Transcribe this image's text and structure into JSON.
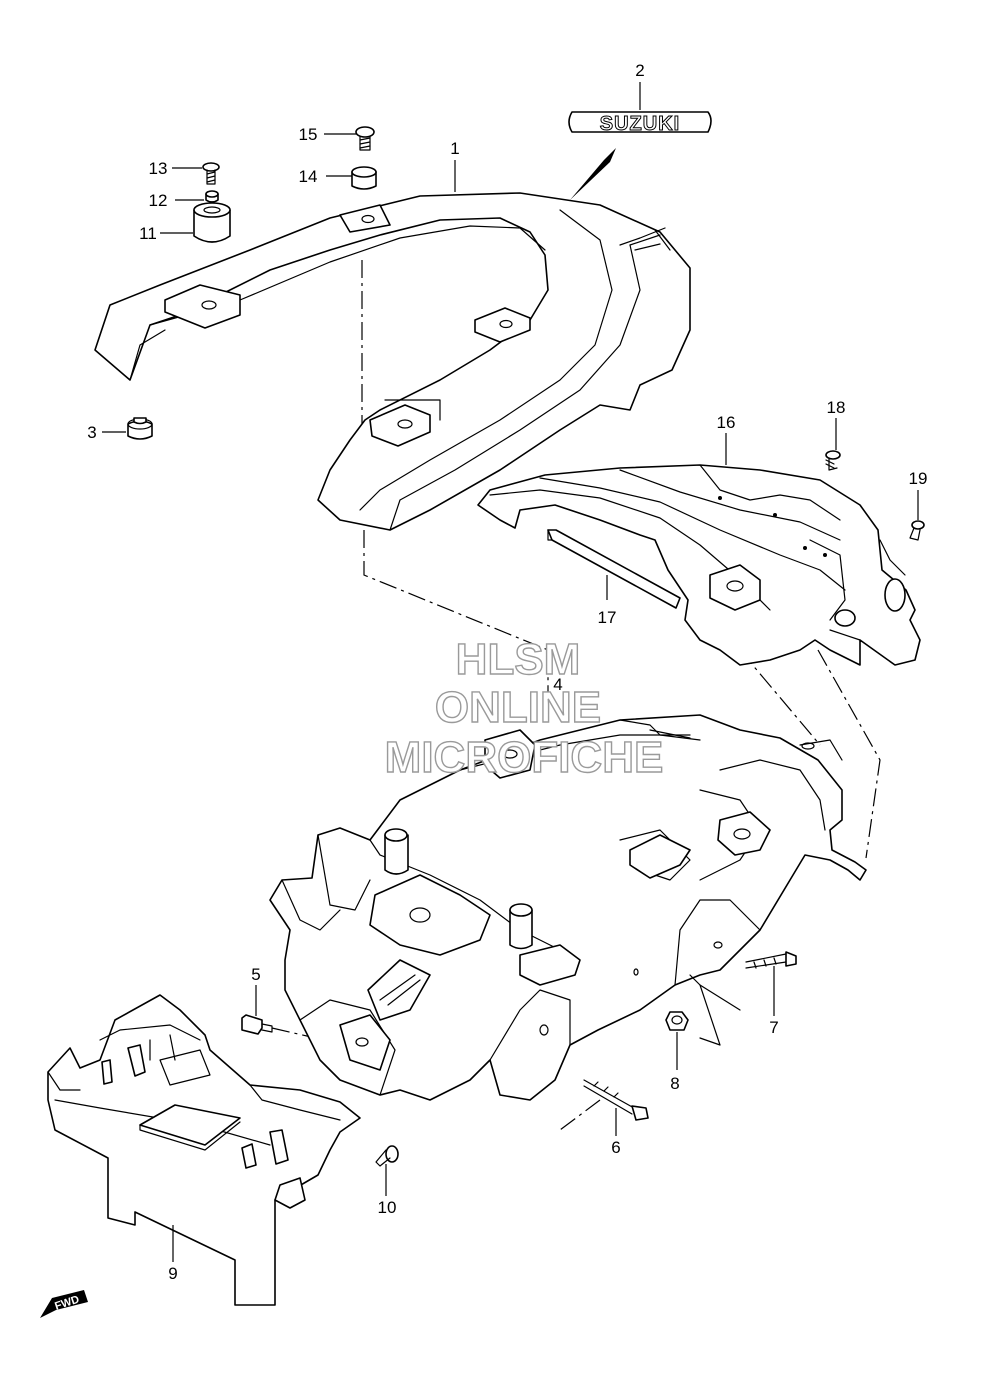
{
  "brand_emblem_text": "SUZUKI",
  "watermark": {
    "line1": "HLSM",
    "line2": "ONLINE",
    "line3": "MICROFICHE"
  },
  "fwd_label": "FWD",
  "callouts": {
    "c1": "1",
    "c2": "2",
    "c3": "3",
    "c4": "4",
    "c5": "5",
    "c6": "6",
    "c7": "7",
    "c8": "8",
    "c9": "9",
    "c10": "10",
    "c11": "11",
    "c12": "12",
    "c13": "13",
    "c14": "14",
    "c15": "15",
    "c16": "16",
    "c17": "17",
    "c18": "18",
    "c19": "19"
  }
}
